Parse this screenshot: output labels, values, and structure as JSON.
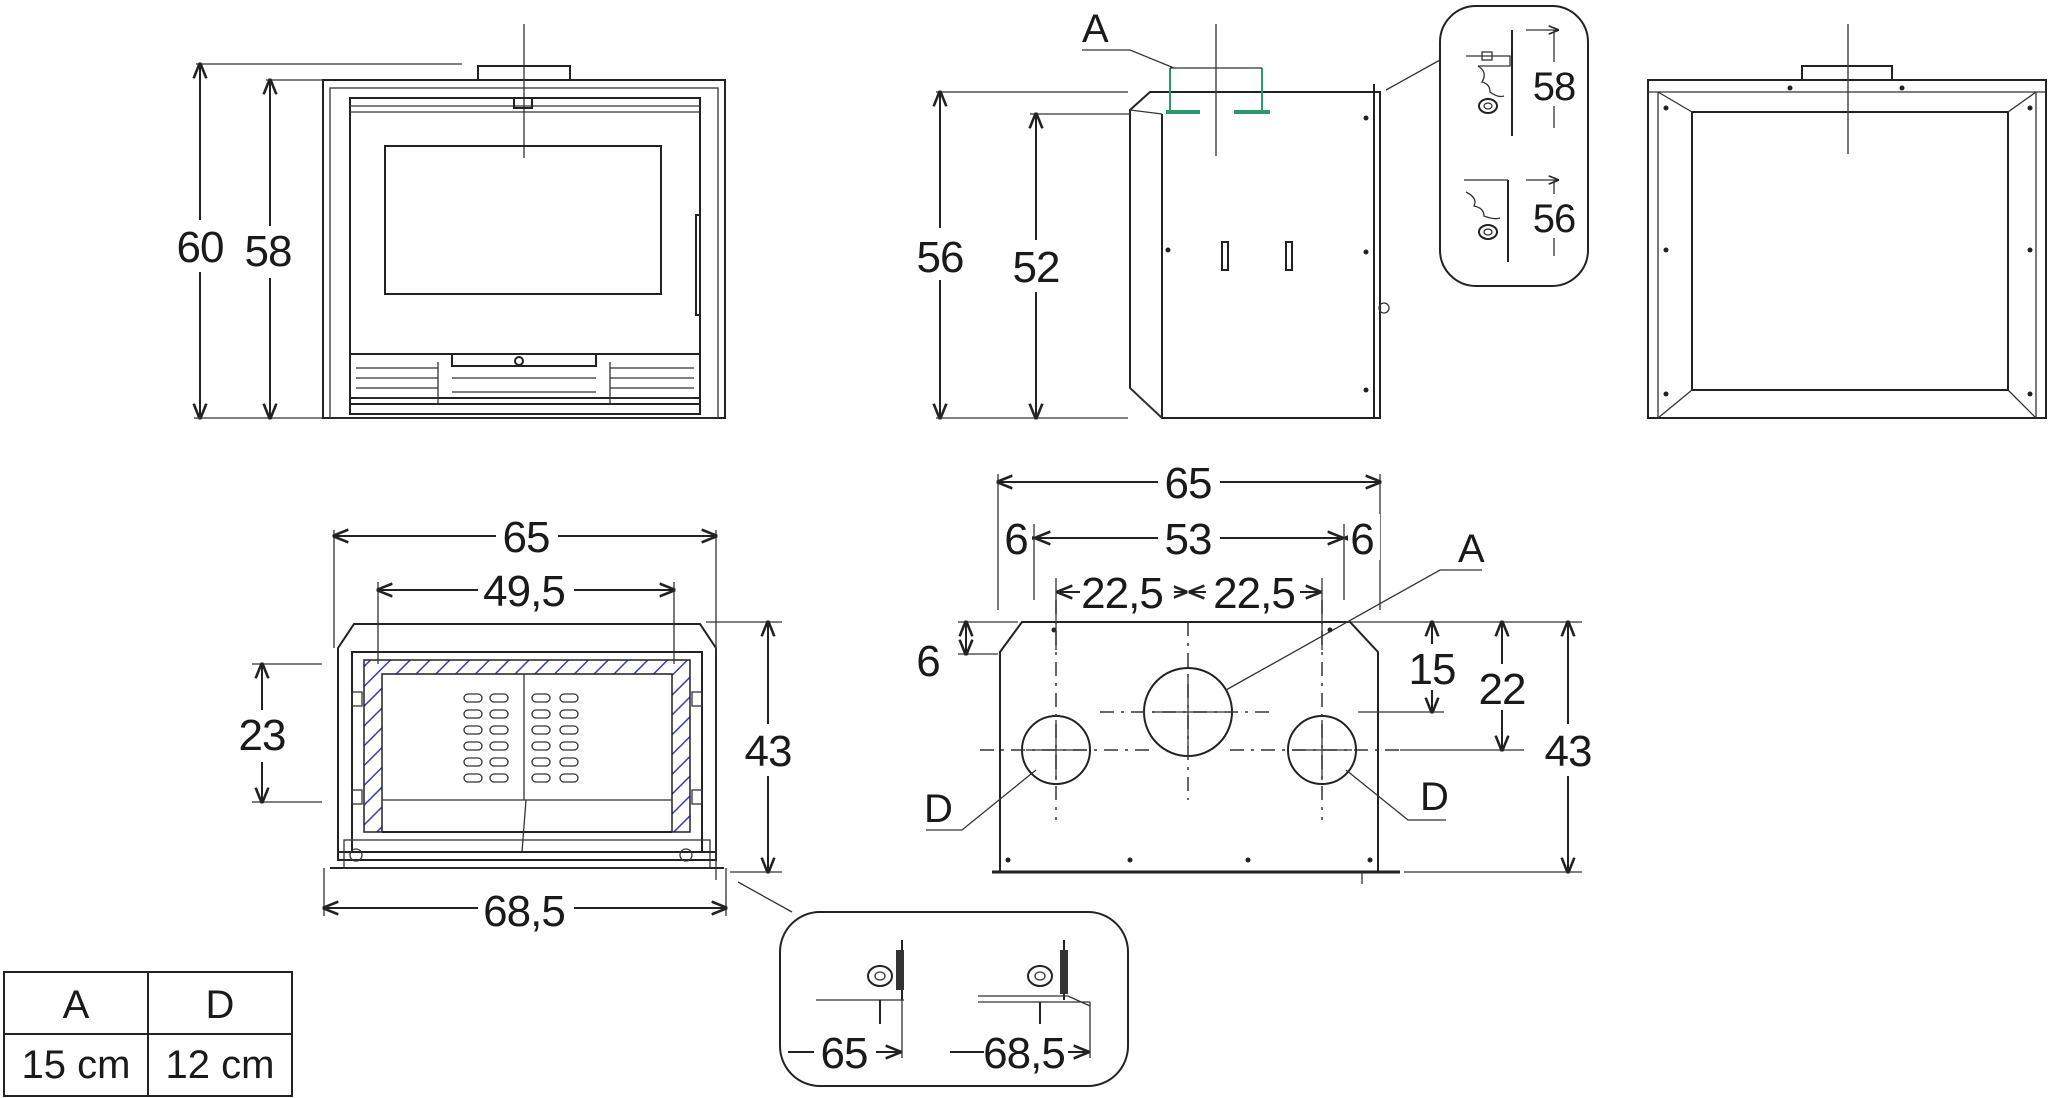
{
  "front_view": {
    "height_outer": "60",
    "height_inner": "58"
  },
  "side_view": {
    "connector_label": "A",
    "height_outer": "56",
    "height_inner": "52",
    "detail_top": "58",
    "detail_bottom": "56"
  },
  "plan_view": {
    "width_top": "65",
    "width_inner": "49,5",
    "depth_left": "23",
    "depth_right": "43",
    "width_bottom": "68,5"
  },
  "top_view": {
    "width_total": "65",
    "offset_left": "6",
    "width_middle": "53",
    "offset_right": "6",
    "half_left": "22,5",
    "half_right": "22,5",
    "label_a": "A",
    "label_d_left": "D",
    "label_d_right": "D",
    "edge_offset": "6",
    "depth_center": "15",
    "depth_side": "22",
    "depth_total": "43"
  },
  "bottom_detail": {
    "left_value": "65",
    "right_value": "68,5"
  },
  "legend_table": {
    "headers": [
      "A",
      "D"
    ],
    "values": [
      "15 cm",
      "12 cm"
    ]
  }
}
